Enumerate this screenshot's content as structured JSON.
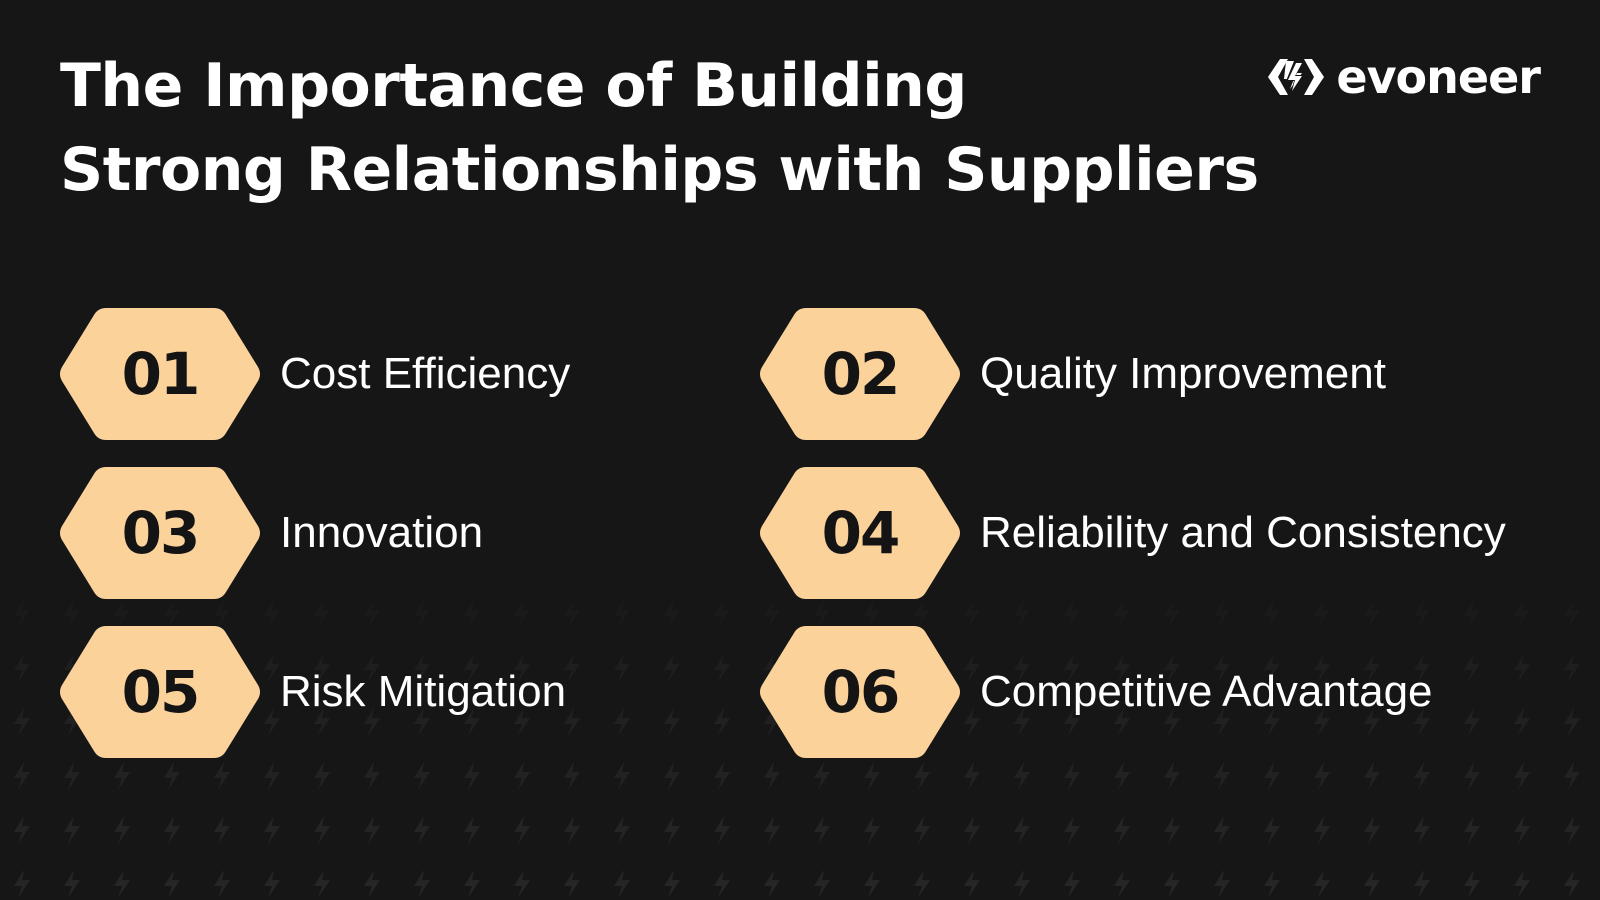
{
  "title": {
    "line1": "The Importance of Building",
    "line2": "Strong Relationships with Suppliers"
  },
  "brand": {
    "name": "evoneer",
    "icon": "bolt-logo-icon"
  },
  "colors": {
    "background": "#161616",
    "hexagon": "#FBD29A",
    "number_text": "#141414",
    "label_text": "#FFFFFF"
  },
  "items": [
    {
      "number": "01",
      "label": "Cost Efficiency"
    },
    {
      "number": "02",
      "label": "Quality Improvement"
    },
    {
      "number": "03",
      "label": "Innovation"
    },
    {
      "number": "04",
      "label": "Reliability and Consistency"
    },
    {
      "number": "05",
      "label": "Risk Mitigation"
    },
    {
      "number": "06",
      "label": "Competitive Advantage"
    }
  ]
}
